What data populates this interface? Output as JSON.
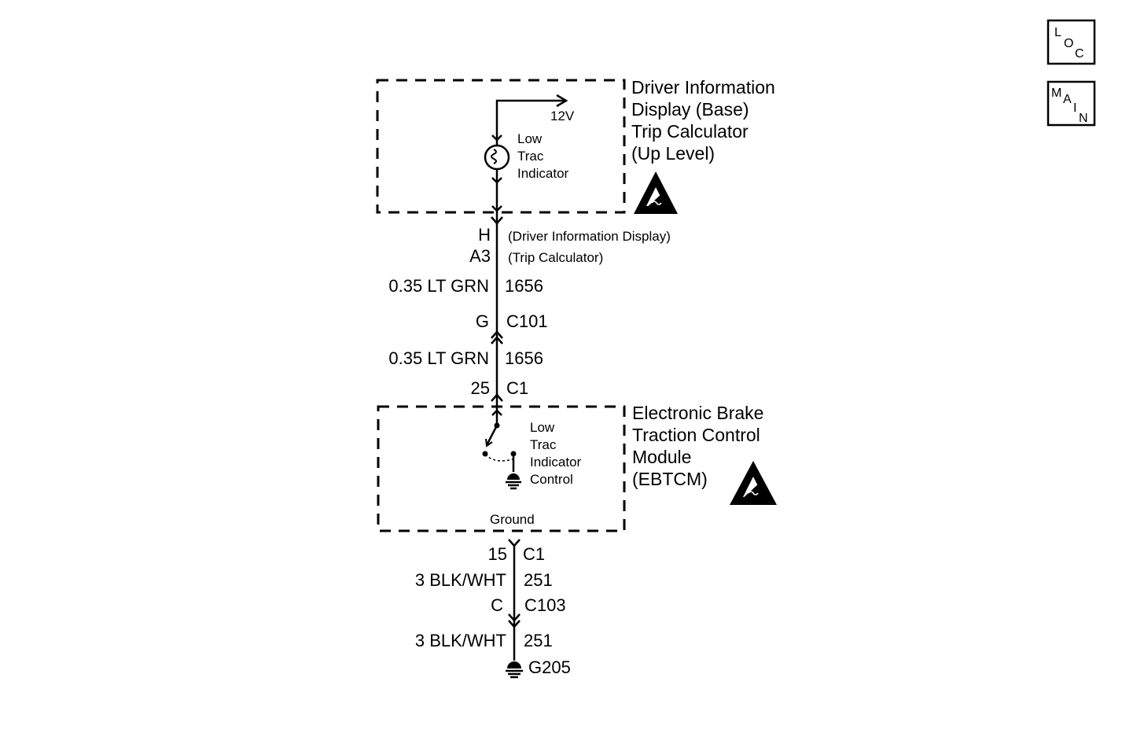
{
  "nav": {
    "loc": {
      "l1": "L",
      "l2": "O",
      "l3": "C"
    },
    "main": {
      "l1": "M",
      "l2": "A",
      "l3": "I",
      "l4": "N"
    }
  },
  "dic": {
    "title_lines": [
      "Driver Information",
      "Display (Base)",
      "Trip Calculator",
      "(Up Level)"
    ],
    "voltage": "12V",
    "indicator_lines": [
      "Low",
      "Trac",
      "Indicator"
    ]
  },
  "upper_harness": {
    "pin_dic": "H",
    "pin_dic_note": "(Driver Information Display)",
    "pin_trip": "A3",
    "pin_trip_note": "(Trip Calculator)",
    "wire1": "0.35 LT GRN",
    "circuit1": "1656",
    "conn_pin": "G",
    "conn": "C101",
    "wire2": "0.35 LT GRN",
    "circuit2": "1656",
    "ebtcm_pin": "25",
    "ebtcm_conn": "C1"
  },
  "ebtcm": {
    "title_lines": [
      "Electronic Brake",
      "Traction Control",
      "Module",
      "(EBTCM)"
    ],
    "control_lines": [
      "Low",
      "Trac",
      "Indicator",
      "Control"
    ],
    "ground_label": "Ground"
  },
  "lower_harness": {
    "pin": "15",
    "conn": "C1",
    "wire1": "3 BLK/WHT",
    "circuit1": "251",
    "conn_pin": "C",
    "conn2": "C103",
    "wire2": "3 BLK/WHT",
    "circuit2": "251",
    "ground": "G205"
  }
}
